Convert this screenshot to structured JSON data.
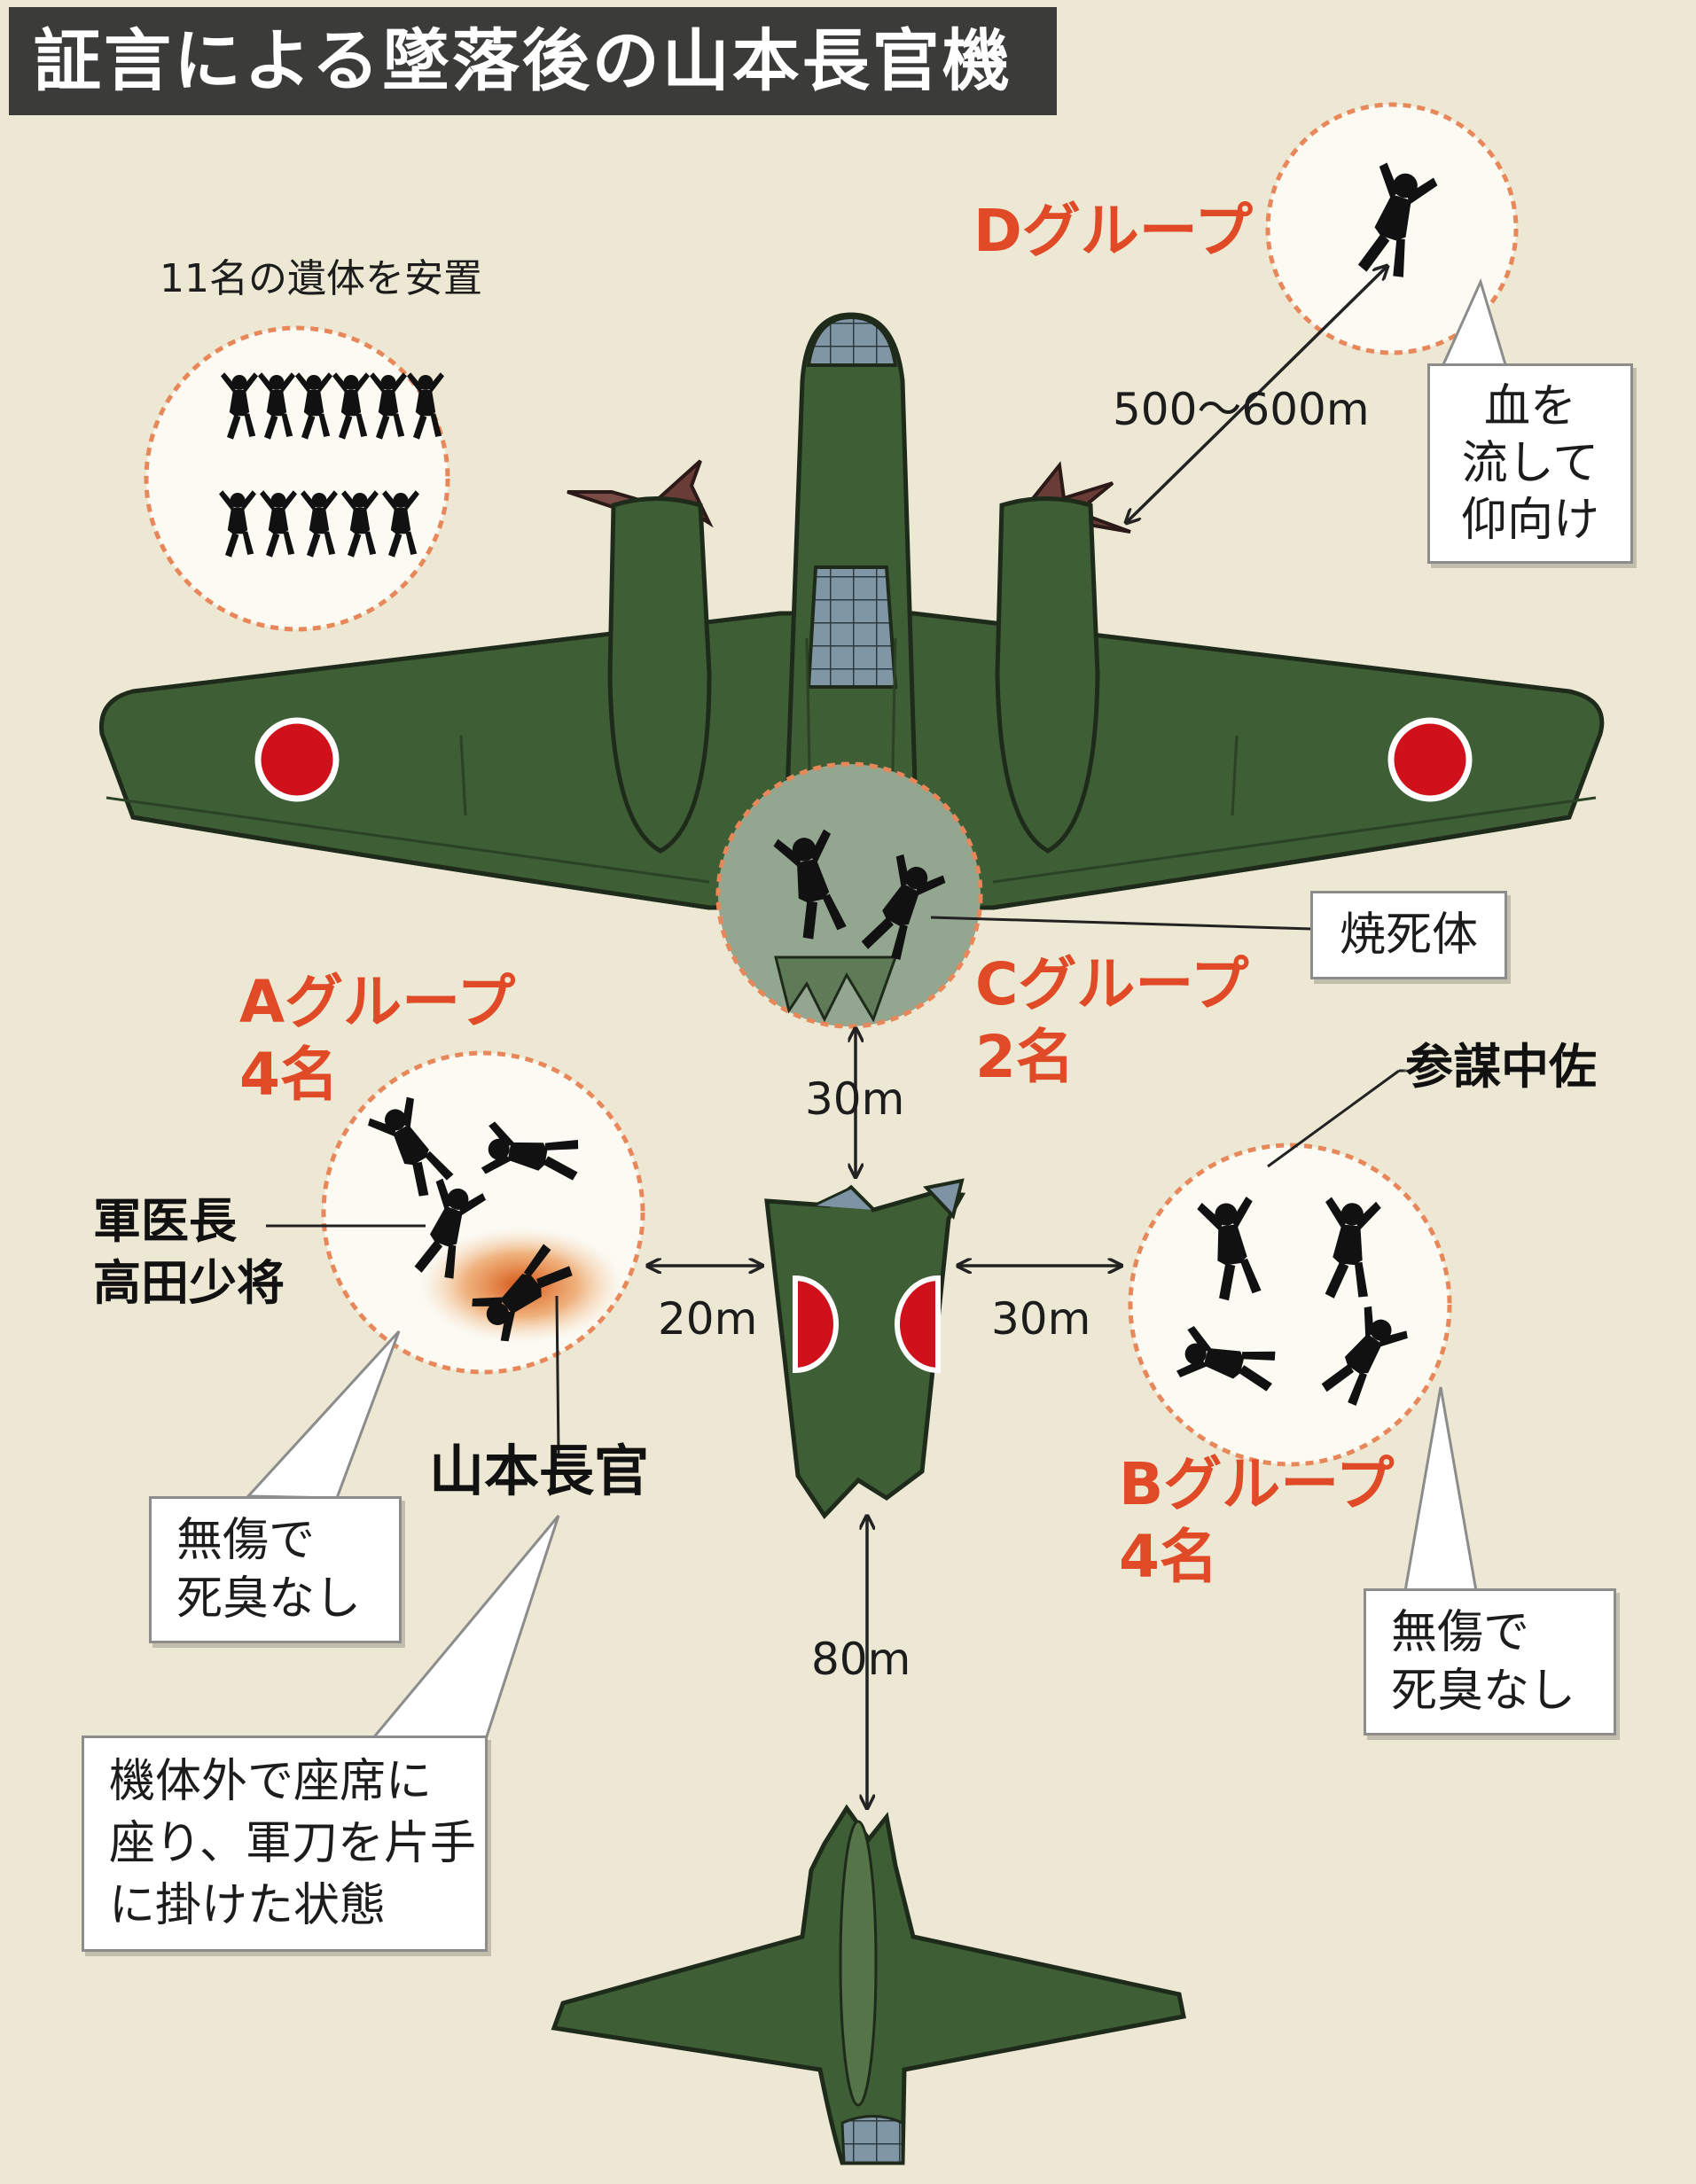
{
  "title": "証言による墜落後の山本長官機",
  "labels": {
    "bodies_placed": "11名の遺体を安置",
    "distance_d": "500〜600m",
    "distance_c": "30m",
    "distance_a": "20m",
    "distance_b": "30m",
    "distance_tail": "80m",
    "surgeon_line1": "軍医長",
    "surgeon_line2": "高田少将",
    "yamamoto": "山本長官",
    "staff_officer": "参謀中佐"
  },
  "groups": {
    "a_name": "Aグループ",
    "a_count": "4名",
    "b_name": "Bグループ",
    "b_count": "4名",
    "c_name": "Cグループ",
    "c_count": "2名",
    "d_name": "Dグループ"
  },
  "notes": {
    "d_line1": "血を",
    "d_line2": "流して",
    "d_line3": "仰向け",
    "burned": "焼死体",
    "a_line1": "無傷で",
    "a_line2": "死臭なし",
    "b_line1": "無傷で",
    "b_line2": "死臭なし",
    "yamamoto_line1": "機体外で座席に",
    "yamamoto_line2": "座り、軍刀を片手",
    "yamamoto_line3": "に掛けた状態"
  },
  "colors": {
    "background": "#ece8d4",
    "aircraft_green": "#3e5e35",
    "roundel_red": "#d0101a",
    "group_orange": "#e14a26",
    "title_bar": "#3b3b39",
    "circle_border": "#e8875a"
  }
}
